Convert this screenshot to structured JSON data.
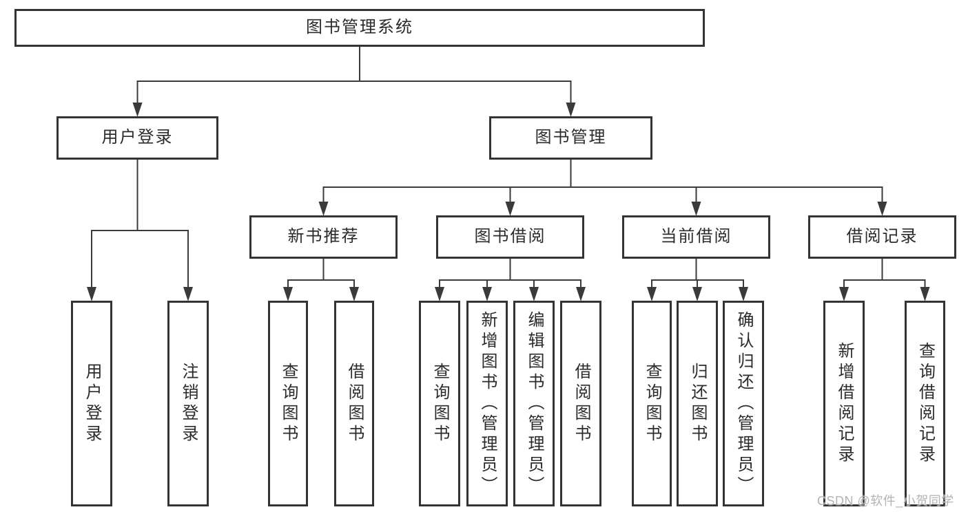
{
  "diagram": {
    "title": "图书管理系统",
    "watermark": "CSDN @软件_小贺同学",
    "colors": {
      "line": "#3a3a3a",
      "box_border": "#333333",
      "box_fill": "#ffffff",
      "text": "#2b2b2b",
      "watermark_text": "#b3b3b3"
    },
    "nodes": [
      {
        "id": "root",
        "label": "图书管理系统",
        "parent": null
      },
      {
        "id": "user-login",
        "label": "用户登录",
        "parent": "root"
      },
      {
        "id": "book-mgmt",
        "label": "图书管理",
        "parent": "root"
      },
      {
        "id": "new-book-rec",
        "label": "新书推荐",
        "parent": "book-mgmt"
      },
      {
        "id": "book-borrow",
        "label": "图书借阅",
        "parent": "book-mgmt"
      },
      {
        "id": "current-borrow",
        "label": "当前借阅",
        "parent": "book-mgmt"
      },
      {
        "id": "borrow-records",
        "label": "借阅记录",
        "parent": "book-mgmt"
      },
      {
        "id": "ul-login",
        "label": "用户登录",
        "parent": "user-login"
      },
      {
        "id": "ul-logout",
        "label": "注销登录",
        "parent": "user-login"
      },
      {
        "id": "nb-query",
        "label": "查询图书",
        "parent": "new-book-rec"
      },
      {
        "id": "nb-borrow",
        "label": "借阅图书",
        "parent": "new-book-rec"
      },
      {
        "id": "bb-query",
        "label": "查询图书",
        "parent": "book-borrow"
      },
      {
        "id": "bb-add",
        "label": "新增图书（管理员）",
        "parent": "book-borrow"
      },
      {
        "id": "bb-edit",
        "label": "编辑图书（管理员）",
        "parent": "book-borrow"
      },
      {
        "id": "bb-borrow",
        "label": "借阅图书",
        "parent": "book-borrow"
      },
      {
        "id": "cb-query",
        "label": "查询图书",
        "parent": "current-borrow"
      },
      {
        "id": "cb-return",
        "label": "归还图书",
        "parent": "current-borrow"
      },
      {
        "id": "cb-confirm",
        "label": "确认归还（管理员）",
        "parent": "current-borrow"
      },
      {
        "id": "br-add",
        "label": "新增借阅记录",
        "parent": "borrow-records"
      },
      {
        "id": "br-query",
        "label": "查询借阅记录",
        "parent": "borrow-records"
      }
    ]
  }
}
